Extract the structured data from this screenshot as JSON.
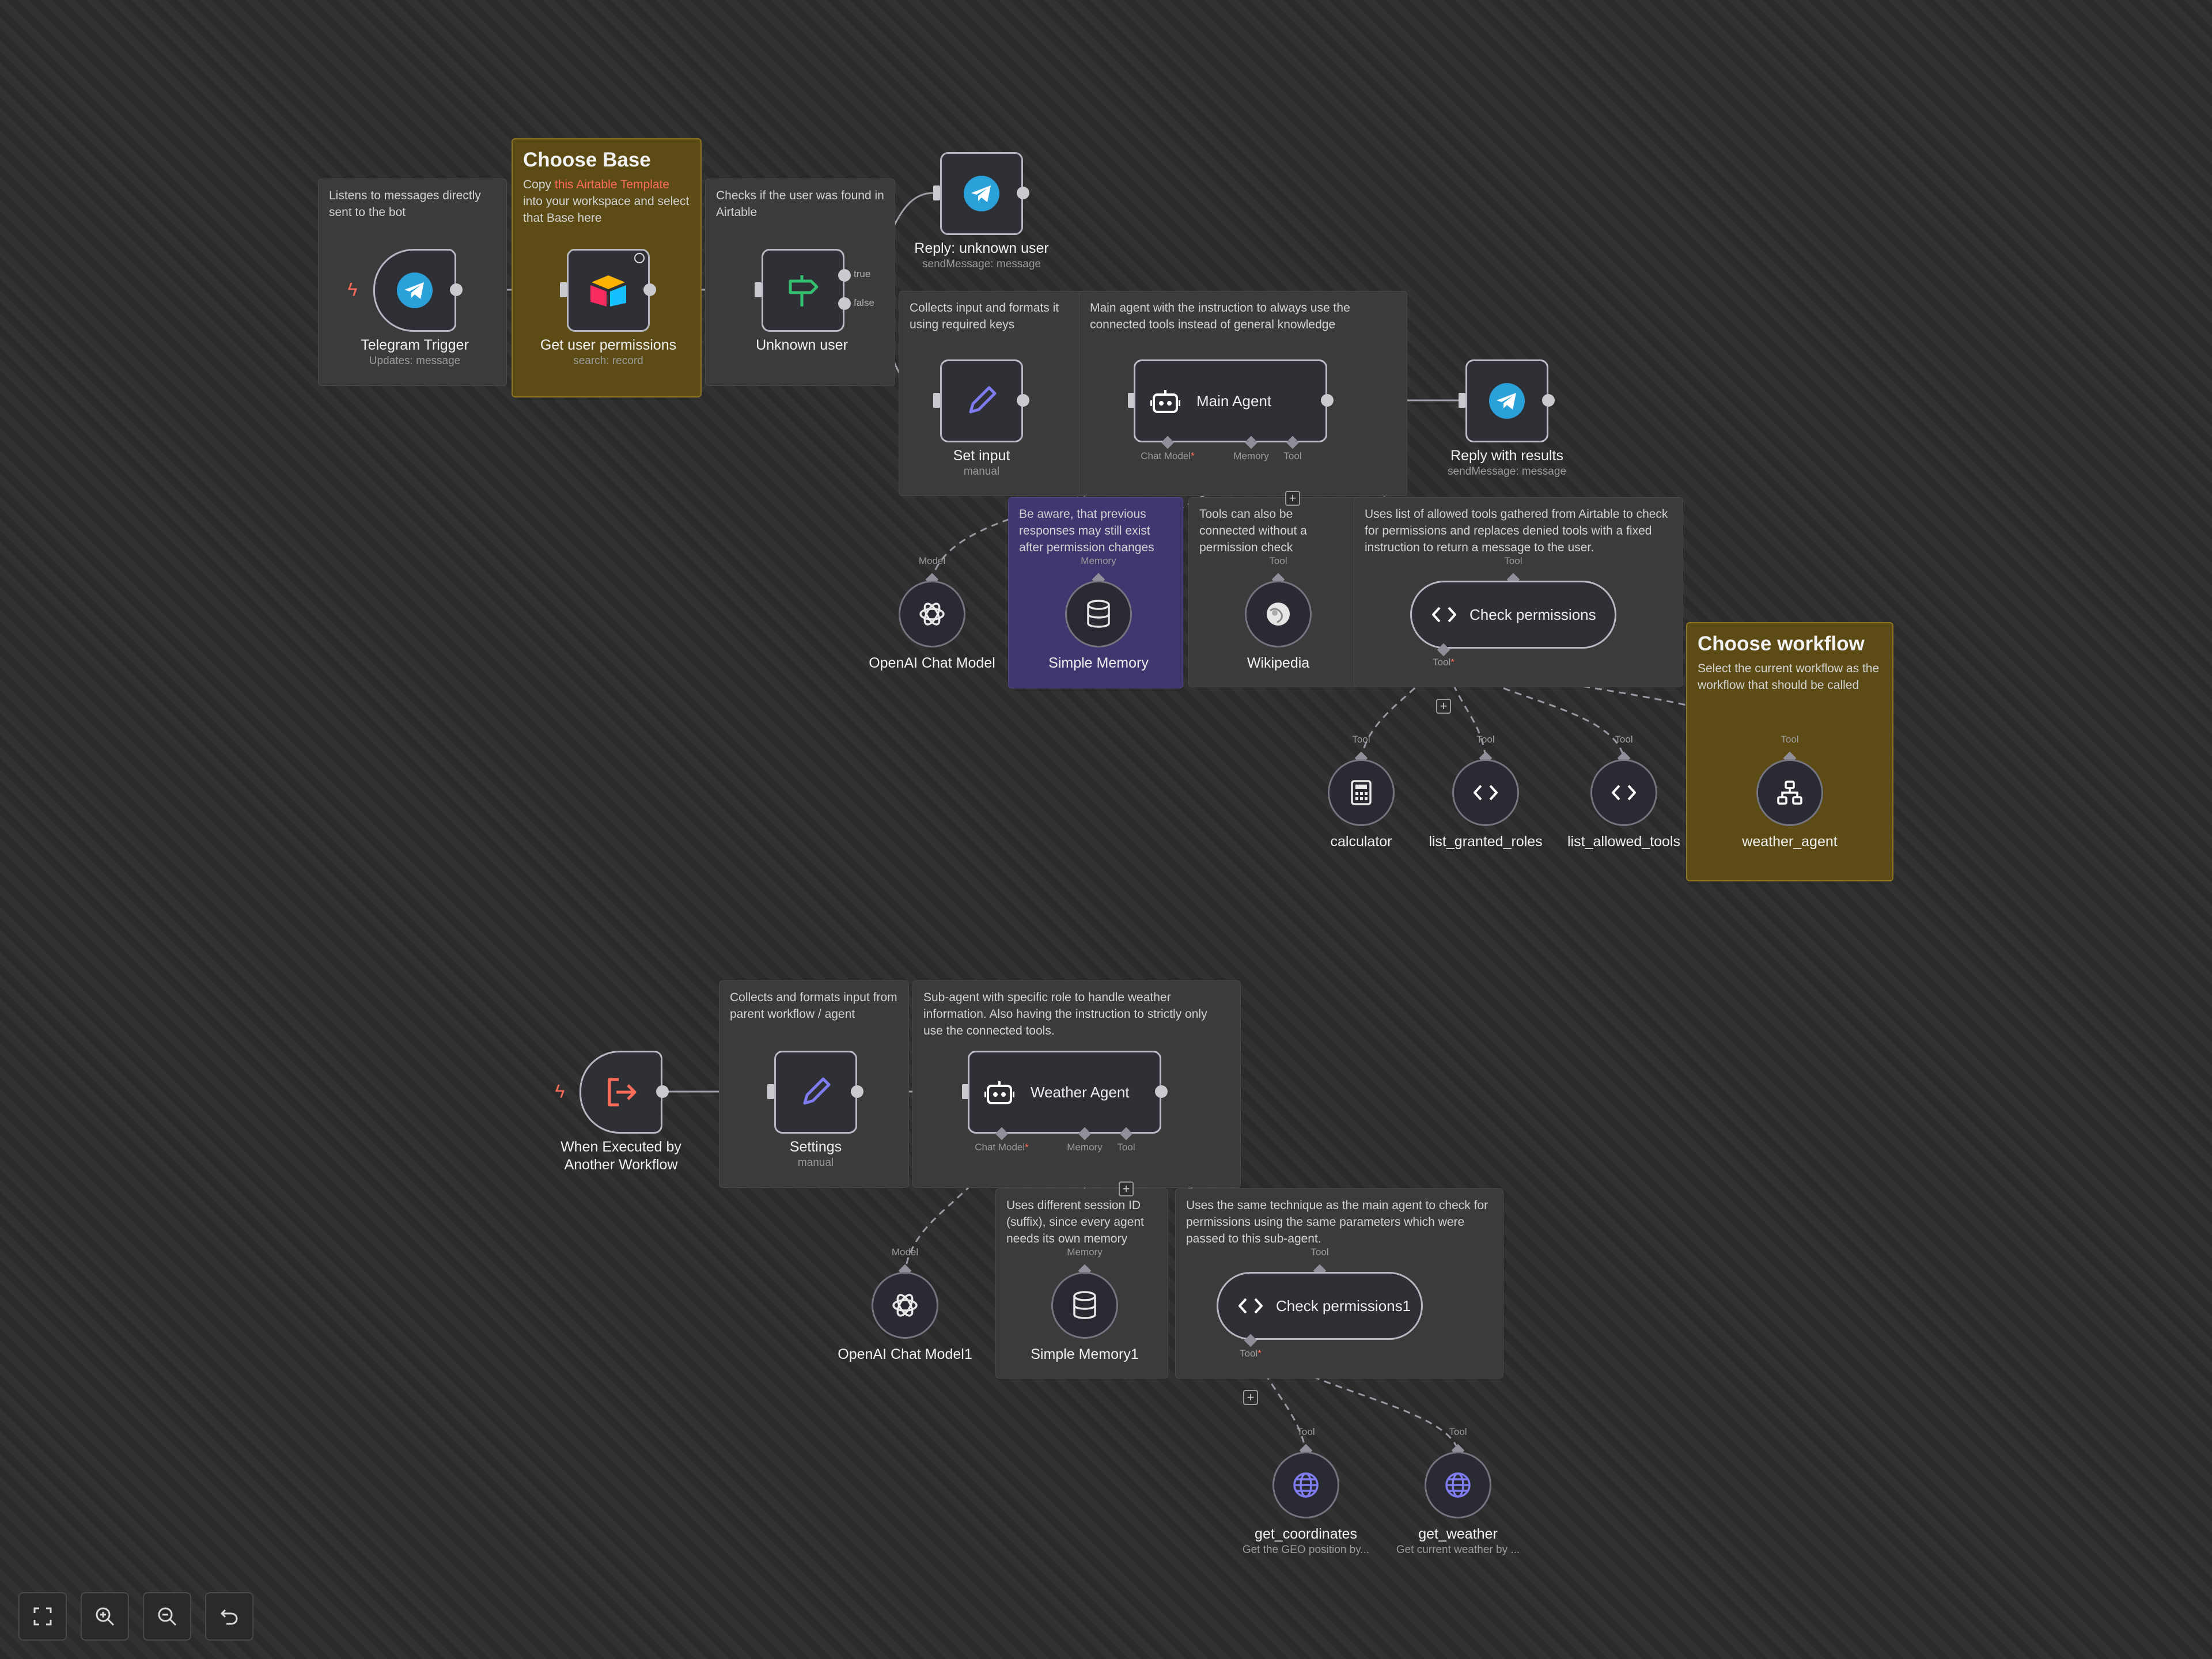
{
  "stickies": {
    "telegram_note": "Listens to messages directly sent to the bot",
    "choose_base_title": "Choose Base",
    "choose_base_prefix": "Copy ",
    "choose_base_link": "this Airtable Template",
    "choose_base_rest": " into your workspace and select that Base here",
    "unknown_note": "Checks if the user was found in Airtable",
    "setinput_note": "Collects input and formats it using required keys",
    "mainagent_note": "Main agent with the instruction to always use the connected tools instead of general knowledge",
    "memory_note": "Be aware, that previous responses may still exist after permission changes",
    "wiki_note": "Tools can also be connected without a permission check",
    "checkperm_note": "Uses list of allowed tools gathered from Airtable to check for permissions and replaces denied tools with a fixed instruction to return a message to the user.",
    "choose_workflow_title": "Choose workflow",
    "choose_workflow_text": "Select the current workflow as the workflow that should be called",
    "settings_note": "Collects and formats input from parent workflow / agent",
    "weather_note": "Sub-agent with specific role to handle weather information. Also having the instruction to strictly only use the connected tools.",
    "memory1_note": "Uses different session ID (suffix), since every agent needs its own memory",
    "checkperm1_note": "Uses the same technique as the main agent to check for permissions using the same parameters which were passed to this sub-agent."
  },
  "nodes": {
    "telegram_trigger": {
      "title": "Telegram Trigger",
      "sub": "Updates: message"
    },
    "get_user_permissions": {
      "title": "Get user permissions",
      "sub": "search: record"
    },
    "unknown_user": {
      "title": "Unknown user"
    },
    "reply_unknown": {
      "title": "Reply: unknown user",
      "sub": "sendMessage: message"
    },
    "set_input": {
      "title": "Set input",
      "sub": "manual"
    },
    "main_agent": {
      "title": "Main Agent"
    },
    "reply_results": {
      "title": "Reply with results",
      "sub": "sendMessage: message"
    },
    "openai_chat": {
      "title": "OpenAI Chat Model"
    },
    "simple_memory": {
      "title": "Simple Memory"
    },
    "wikipedia": {
      "title": "Wikipedia"
    },
    "check_permissions": {
      "title": "Check permissions"
    },
    "calculator": {
      "title": "calculator"
    },
    "list_granted_roles": {
      "title": "list_granted_roles"
    },
    "list_allowed_tools": {
      "title": "list_allowed_tools"
    },
    "weather_agent": {
      "title": "weather_agent"
    },
    "when_executed": {
      "title": "When Executed by\nAnother Workflow"
    },
    "settings": {
      "title": "Settings",
      "sub": "manual"
    },
    "weather_agent_node": {
      "title": "Weather Agent"
    },
    "openai_chat1": {
      "title": "OpenAI Chat Model1"
    },
    "simple_memory1": {
      "title": "Simple Memory1"
    },
    "check_permissions1": {
      "title": "Check permissions1"
    },
    "get_coordinates": {
      "title": "get_coordinates",
      "sub": "Get the GEO position by..."
    },
    "get_weather": {
      "title": "get_weather",
      "sub": "Get current weather by ..."
    }
  },
  "ports": {
    "chat_model": "Chat Model",
    "required_mark": "*",
    "memory": "Memory",
    "tool": "Tool",
    "model": "Model",
    "true": "true",
    "false": "false"
  },
  "controls": {
    "fit": "fit-view",
    "zoom_in": "zoom-in",
    "zoom_out": "zoom-out",
    "undo": "undo"
  },
  "colors": {
    "telegram": "#2aa1d9",
    "accent": "#ff6d5a",
    "wire": "#a0a0a8",
    "ai_wire": "#9a9aa4",
    "gold_sticky": "#5c4b14",
    "purple_sticky": "#3e3770",
    "tool_icon": "#7f7cf0"
  }
}
